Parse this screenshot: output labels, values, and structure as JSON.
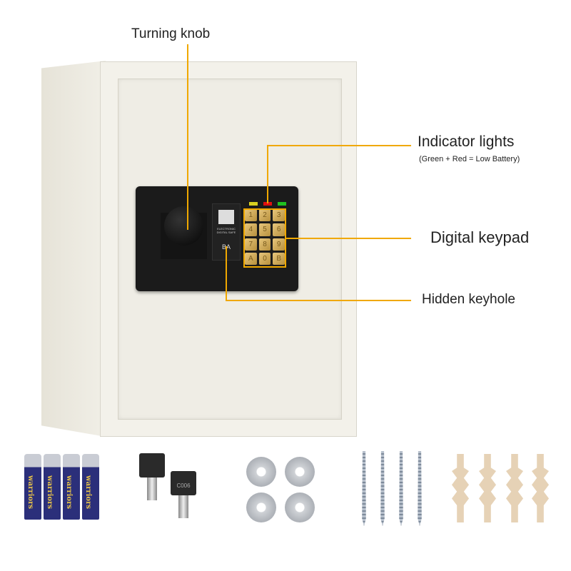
{
  "callouts": {
    "knob": "Turning knob",
    "indicator": "Indicator lights",
    "indicator_note": "(Green + Red = Low Battery)",
    "keypad": "Digital keypad",
    "keyhole": "Hidden keyhole"
  },
  "panel": {
    "badge_text": "ELECTRONIC DIGITAL SAFE",
    "badge_model": "BA",
    "keys": [
      "1",
      "2",
      "3",
      "4",
      "5",
      "6",
      "7",
      "8",
      "9",
      "A",
      "0",
      "B"
    ],
    "led_colors": [
      "#d8d020",
      "#e01010",
      "#20c020"
    ]
  },
  "accessories": {
    "battery_brand": "warriors",
    "key_code": "C006"
  },
  "colors": {
    "callout_line": "#f0a800"
  }
}
